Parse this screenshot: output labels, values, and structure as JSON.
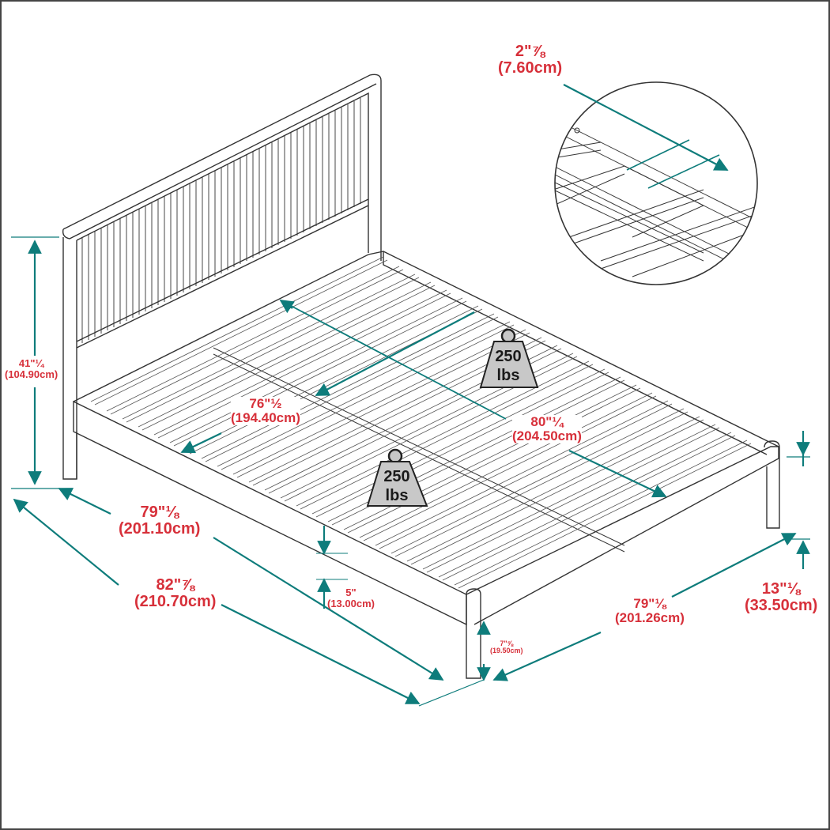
{
  "diagram": {
    "subject": "Bed frame with slatted base and vertical-slat headboard",
    "colors": {
      "dimension_line": "#0e7c7b",
      "label_text": "#d7303a",
      "line_art": "#333333",
      "weight_fill": "#c8c8c8",
      "border": "#444444"
    },
    "dimensions": {
      "slat_width": {
        "imperial": "2\"⅞",
        "metric": "(7.60cm)"
      },
      "headboard_height": {
        "imperial": "41\"¼",
        "metric": "(104.90cm)"
      },
      "inner_length": {
        "imperial": "76\"½",
        "metric": "(194.40cm)"
      },
      "inner_width_diagonal": {
        "imperial": "80\"¼",
        "metric": "(204.50cm)"
      },
      "frame_length": {
        "imperial": "79\"⅛",
        "metric": "(201.10cm)"
      },
      "overall_length": {
        "imperial": "82\"⅞",
        "metric": "(210.70cm)"
      },
      "under_clearance": {
        "imperial": "5\"",
        "metric": "(13.00cm)"
      },
      "leg_height": {
        "imperial": "7\"⅝",
        "metric": "(19.50cm)"
      },
      "frame_width": {
        "imperial": "79\"⅛",
        "metric": "(201.26cm)"
      },
      "frame_height": {
        "imperial": "13\"⅛",
        "metric": "(33.50cm)"
      }
    },
    "weights": [
      {
        "value": "250",
        "unit": "lbs"
      },
      {
        "value": "250",
        "unit": "lbs"
      }
    ],
    "inset": {
      "label": "slat-spacing-detail"
    }
  }
}
